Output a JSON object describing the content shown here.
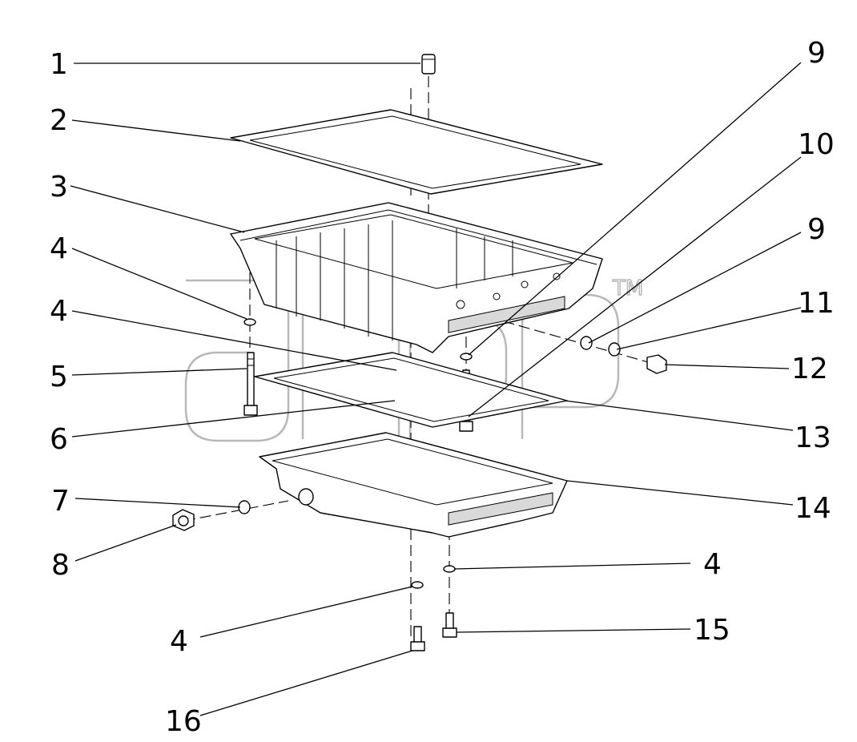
{
  "callouts": [
    {
      "id": "c1",
      "text": "1"
    },
    {
      "id": "c2",
      "text": "2"
    },
    {
      "id": "c3",
      "text": "3"
    },
    {
      "id": "c4a",
      "text": "4"
    },
    {
      "id": "c4b",
      "text": "4"
    },
    {
      "id": "c5",
      "text": "5"
    },
    {
      "id": "c6",
      "text": "6"
    },
    {
      "id": "c7",
      "text": "7"
    },
    {
      "id": "c8",
      "text": "8"
    },
    {
      "id": "c9a",
      "text": "9"
    },
    {
      "id": "c10",
      "text": "10"
    },
    {
      "id": "c9b",
      "text": "9"
    },
    {
      "id": "c11",
      "text": "11"
    },
    {
      "id": "c12",
      "text": "12"
    },
    {
      "id": "c13",
      "text": "13"
    },
    {
      "id": "c14",
      "text": "14"
    },
    {
      "id": "c4c",
      "text": "4"
    },
    {
      "id": "c4d",
      "text": "4"
    },
    {
      "id": "c15",
      "text": "15"
    },
    {
      "id": "c16",
      "text": "16"
    }
  ],
  "watermark": {
    "trademark": "TM"
  }
}
